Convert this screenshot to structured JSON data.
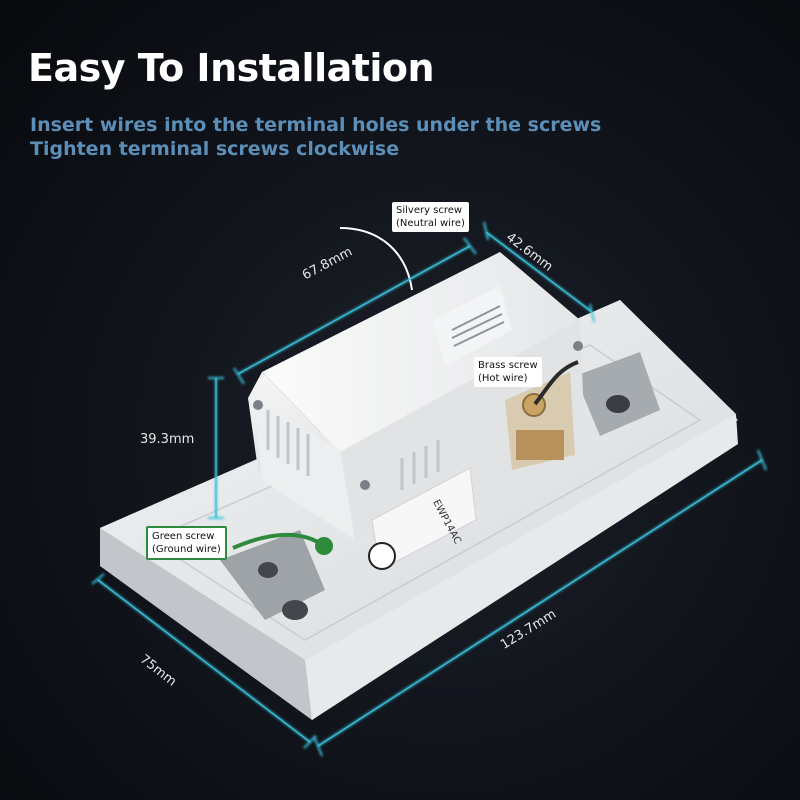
{
  "title": "Easy To Installation",
  "subtitle_lines": [
    "Insert wires into the terminal holes under the screws",
    "Tighten terminal screws clockwise"
  ],
  "callouts": {
    "silvery": [
      "Silvery screw",
      "(Neutral wire)"
    ],
    "brass": [
      "Brass screw",
      "(Hot wire)"
    ],
    "green": [
      "Green screw",
      "(Ground wire)"
    ]
  },
  "dimensions": {
    "depth": "67.8mm",
    "width_top": "42.6mm",
    "height": "39.3mm",
    "length": "123.7mm",
    "plate_width": "75mm"
  },
  "device_label": "EWP14AC",
  "colors": {
    "accent_blue": "#5b8fb8",
    "dimension_line": "#39c3de",
    "ground_wire": "#2e8b3e",
    "green_label_border": "#2e8b3e"
  }
}
